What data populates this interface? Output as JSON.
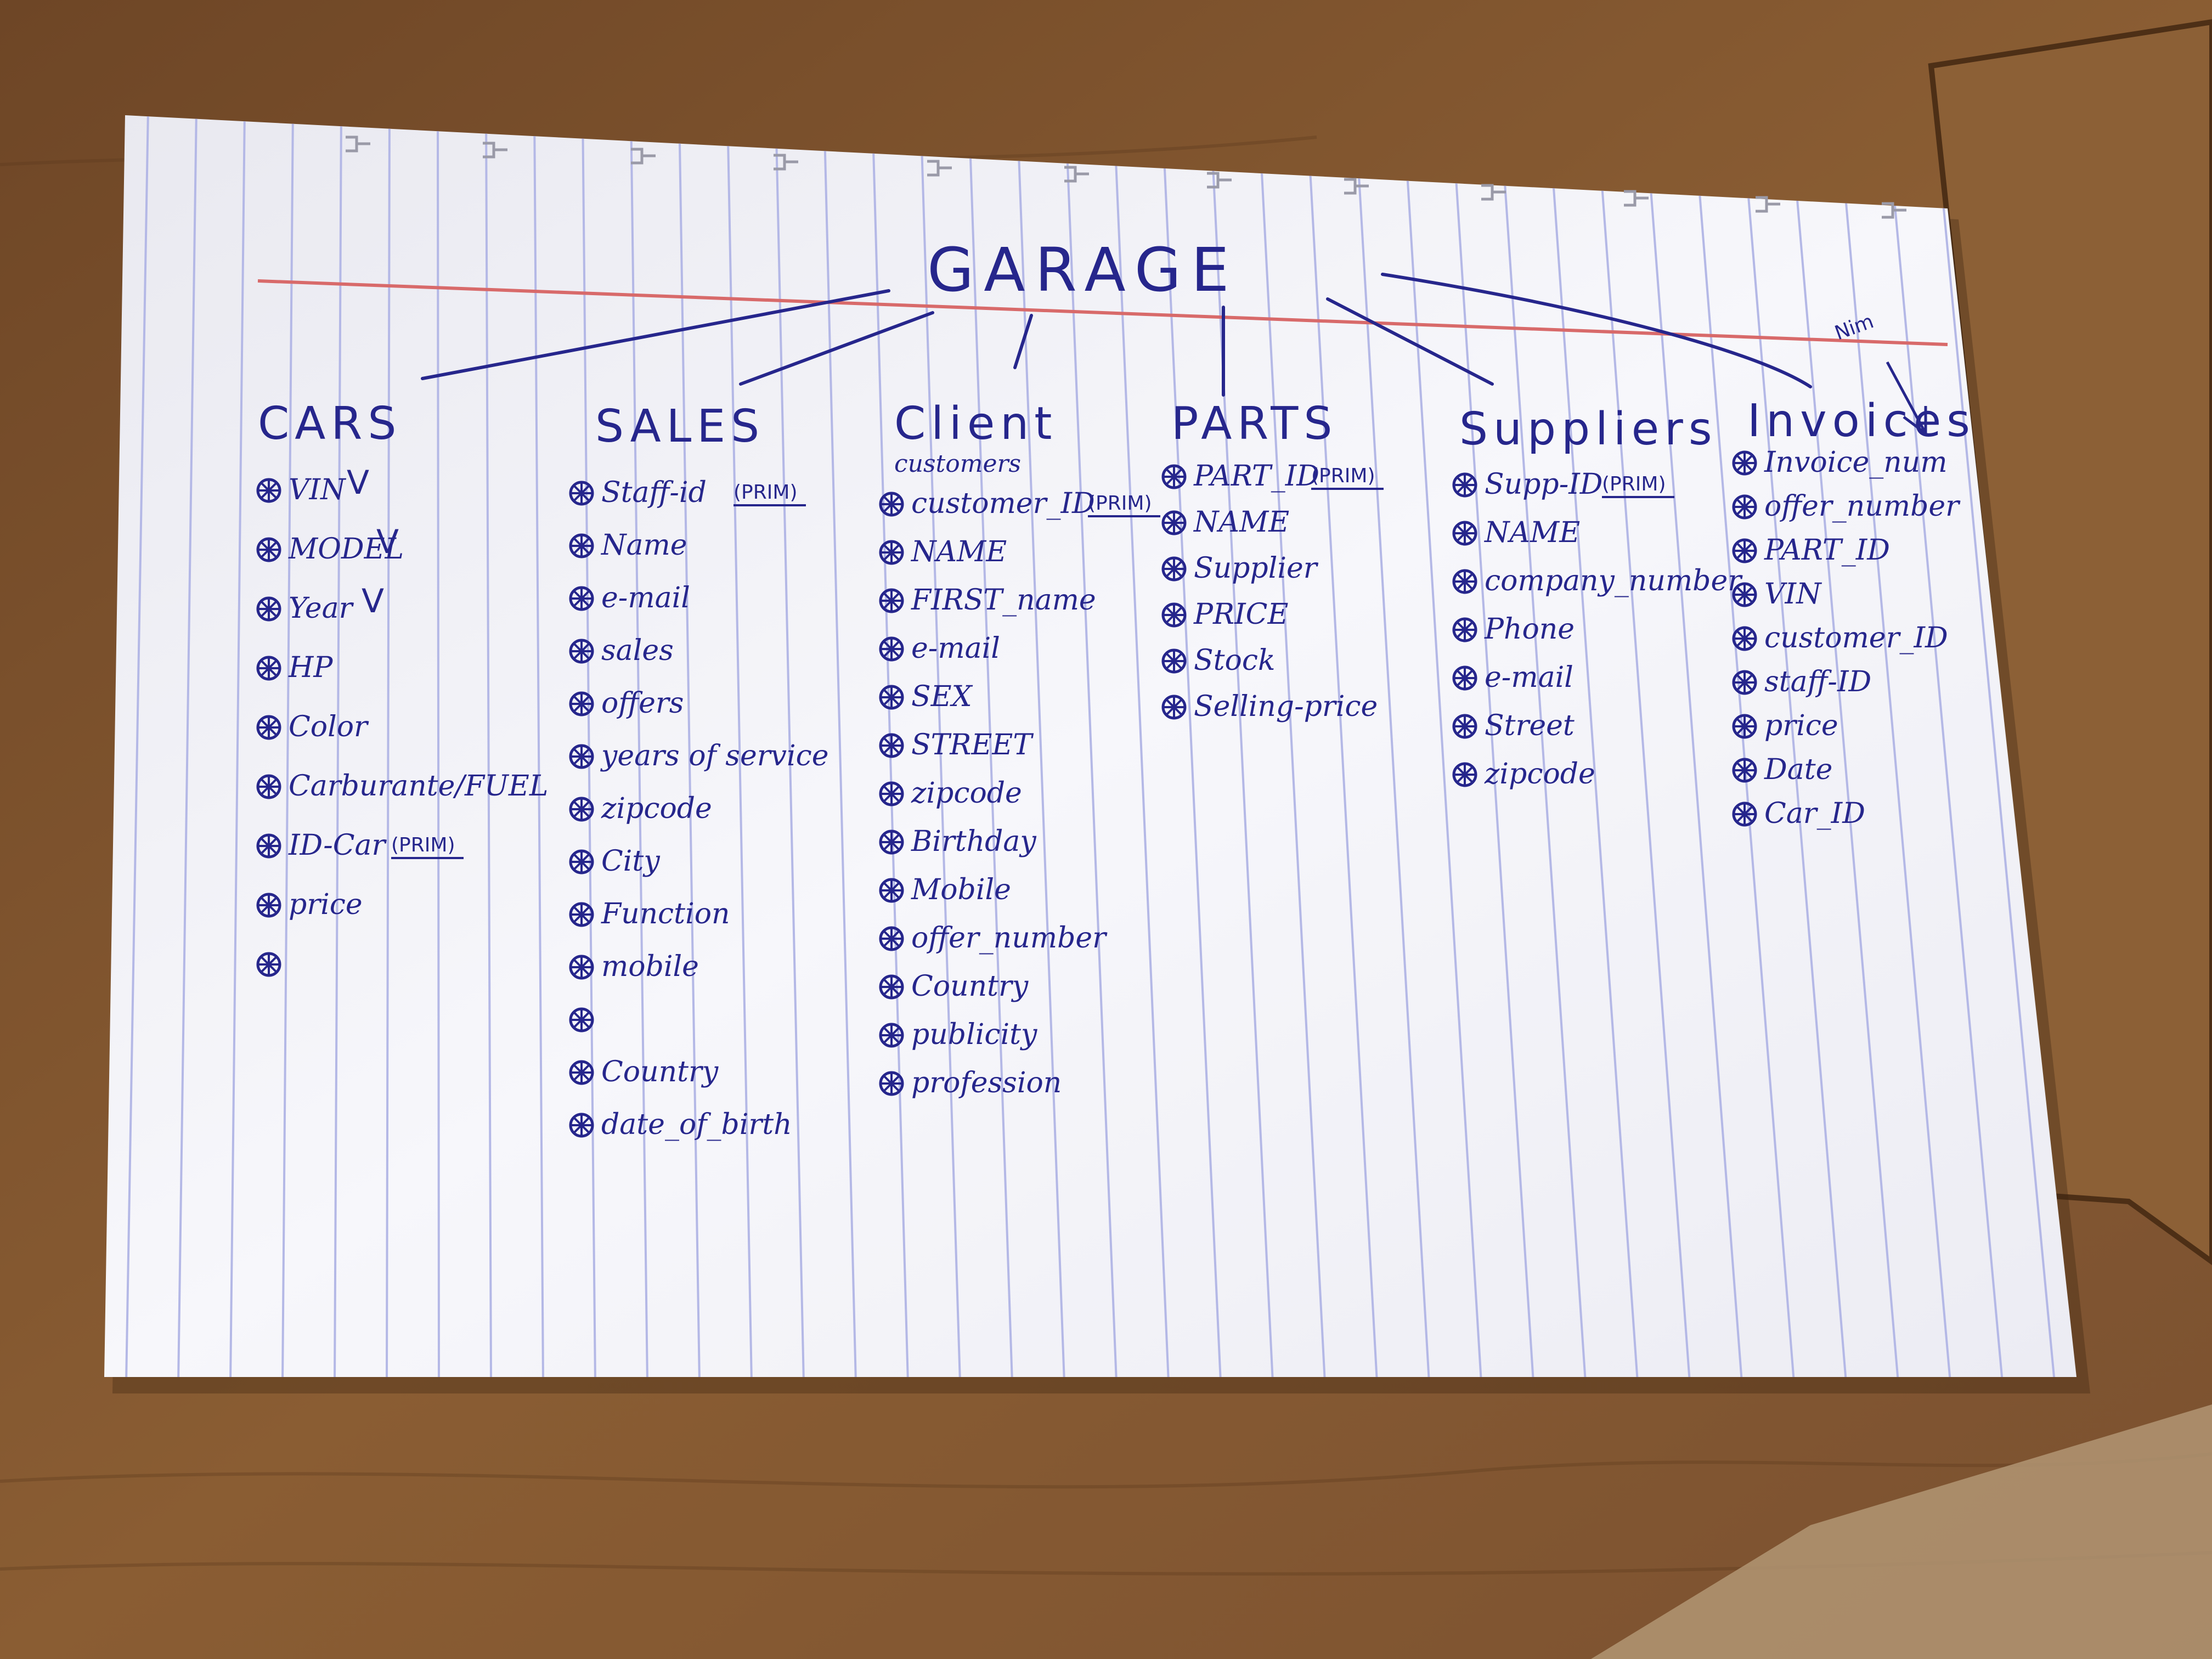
{
  "colors": {
    "ink": "#26268c",
    "paper": "#f6f6fa",
    "rule_blue": "#b4b8e6",
    "margin_red": "#d86a6a",
    "desk": "#7a5230"
  },
  "title": "GARAGE",
  "note_near_invoices": "Nim",
  "tables": [
    {
      "title": "CARS",
      "subtitle": "",
      "fields": [
        {
          "name": "VIN",
          "tag": "",
          "check": "V"
        },
        {
          "name": "MODEL",
          "tag": "",
          "check": "V"
        },
        {
          "name": "Year",
          "tag": "",
          "check": "V"
        },
        {
          "name": "HP",
          "tag": "",
          "check": ""
        },
        {
          "name": "Color",
          "tag": "",
          "check": ""
        },
        {
          "name": "Carburante/FUEL",
          "tag": "",
          "check": ""
        },
        {
          "name": "ID-Car",
          "tag": "(PRIM)",
          "check": ""
        },
        {
          "name": "price",
          "tag": "",
          "check": ""
        },
        {
          "name": "",
          "tag": "",
          "check": ""
        }
      ]
    },
    {
      "title": "SALES",
      "subtitle": "",
      "fields": [
        {
          "name": "Staff-id",
          "tag": "(PRIM)",
          "check": ""
        },
        {
          "name": "Name",
          "tag": "",
          "check": ""
        },
        {
          "name": "e-mail",
          "tag": "",
          "check": ""
        },
        {
          "name": "sales",
          "tag": "",
          "check": ""
        },
        {
          "name": "offers",
          "tag": "",
          "check": ""
        },
        {
          "name": "years of service",
          "tag": "",
          "check": ""
        },
        {
          "name": "zipcode",
          "tag": "",
          "check": ""
        },
        {
          "name": "City",
          "tag": "",
          "check": ""
        },
        {
          "name": "Function",
          "tag": "",
          "check": ""
        },
        {
          "name": "mobile",
          "tag": "",
          "check": ""
        },
        {
          "name": "",
          "tag": "",
          "check": ""
        },
        {
          "name": "Country",
          "tag": "",
          "check": ""
        },
        {
          "name": "date_of_birth",
          "tag": "",
          "check": ""
        }
      ]
    },
    {
      "title": "Client",
      "subtitle": "customers",
      "fields": [
        {
          "name": "customer_ID",
          "tag": "(PRIM)",
          "check": ""
        },
        {
          "name": "NAME",
          "tag": "",
          "check": ""
        },
        {
          "name": "FIRST_name",
          "tag": "",
          "check": ""
        },
        {
          "name": "e-mail",
          "tag": "",
          "check": ""
        },
        {
          "name": "SEX",
          "tag": "",
          "check": ""
        },
        {
          "name": "STREET",
          "tag": "",
          "check": ""
        },
        {
          "name": "zipcode",
          "tag": "",
          "check": ""
        },
        {
          "name": "Birthday",
          "tag": "",
          "check": ""
        },
        {
          "name": "Mobile",
          "tag": "",
          "check": ""
        },
        {
          "name": "offer_number",
          "tag": "",
          "check": ""
        },
        {
          "name": "Country",
          "tag": "",
          "check": ""
        },
        {
          "name": "publicity",
          "tag": "",
          "check": ""
        },
        {
          "name": "profession",
          "tag": "",
          "check": ""
        }
      ]
    },
    {
      "title": "PARTS",
      "subtitle": "",
      "fields": [
        {
          "name": "PART_ID",
          "tag": "(PRIM)",
          "check": ""
        },
        {
          "name": "NAME",
          "tag": "",
          "check": ""
        },
        {
          "name": "Supplier",
          "tag": "",
          "check": ""
        },
        {
          "name": "PRICE",
          "tag": "",
          "check": ""
        },
        {
          "name": "Stock",
          "tag": "",
          "check": ""
        },
        {
          "name": "Selling-price",
          "tag": "",
          "check": ""
        }
      ]
    },
    {
      "title": "Suppliers",
      "subtitle": "",
      "fields": [
        {
          "name": "Supp-ID",
          "tag": "(PRIM)",
          "check": ""
        },
        {
          "name": "NAME",
          "tag": "",
          "check": ""
        },
        {
          "name": "company_number",
          "tag": "",
          "check": ""
        },
        {
          "name": "Phone",
          "tag": "",
          "check": ""
        },
        {
          "name": "e-mail",
          "tag": "",
          "check": ""
        },
        {
          "name": "Street",
          "tag": "",
          "check": ""
        },
        {
          "name": "zipcode",
          "tag": "",
          "check": ""
        }
      ]
    },
    {
      "title": "Invoices",
      "subtitle": "",
      "fields": [
        {
          "name": "Invoice_num",
          "tag": "",
          "check": ""
        },
        {
          "name": "offer_number",
          "tag": "",
          "check": ""
        },
        {
          "name": "PART_ID",
          "tag": "",
          "check": ""
        },
        {
          "name": "VIN",
          "tag": "",
          "check": ""
        },
        {
          "name": "customer_ID",
          "tag": "",
          "check": ""
        },
        {
          "name": "staff-ID",
          "tag": "",
          "check": ""
        },
        {
          "name": "price",
          "tag": "",
          "check": ""
        },
        {
          "name": "Date",
          "tag": "",
          "check": ""
        },
        {
          "name": "Car_ID",
          "tag": "",
          "check": ""
        }
      ]
    }
  ]
}
